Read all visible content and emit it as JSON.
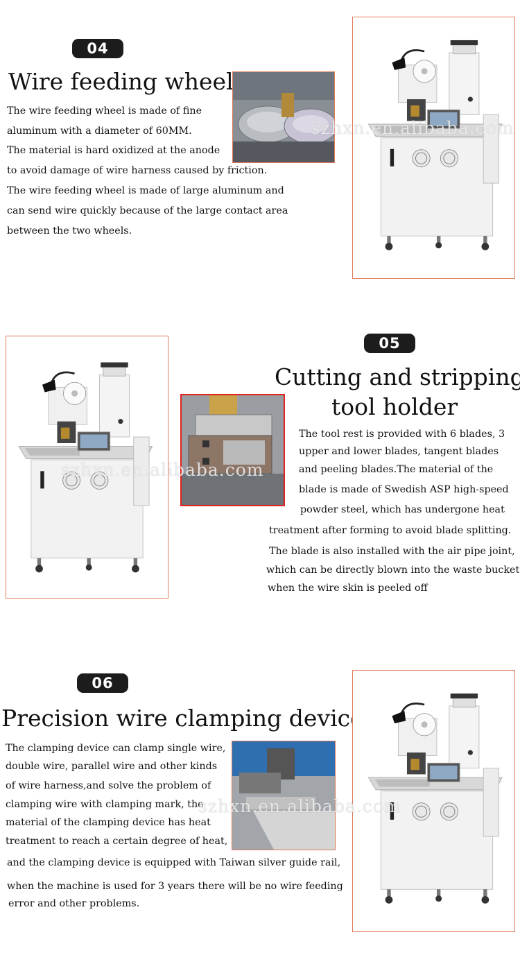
{
  "watermark": "szhxn.en.alibaba.com",
  "sections": [
    {
      "number": "04",
      "title": "Wire feeding wheel",
      "lines": [
        "The wire feeding wheel is made of fine",
        "aluminum with a diameter of 60MM.",
        "The material is hard oxidized at the anode",
        "to avoid damage of wire harness caused by friction.",
        "The wire feeding wheel is made of large  aluminum and",
        "can send wire quickly because of the large contact area",
        "between the two wheels."
      ]
    },
    {
      "number": "05",
      "title_line1": "Cutting and stripping",
      "title_line2": "tool holder",
      "lines": [
        "The tool rest is provided with 6 blades, 3",
        "upper and lower blades, tangent blades",
        "and peeling blades.The material of the",
        "blade is made of Swedish ASP high-speed",
        "powder steel, which has undergone heat",
        "treatment after forming to avoid blade splitting.",
        "The blade is also installed with the air pipe joint,",
        "which can be directly blown into the waste bucket",
        "when the wire skin is peeled off"
      ]
    },
    {
      "number": "06",
      "title": "Precision wire clamping device",
      "lines": [
        "The clamping device can clamp single wire,",
        "double wire,  parallel wire and other kinds",
        "of wire harness,and solve the problem of",
        "clamping wire with clamping mark, the",
        "material of the clamping device has heat",
        "treatment to reach a certain degree of heat,",
        "and the clamping device is equipped with Taiwan silver guide rail,",
        "when the machine is used for 3 years there will be no wire feeding",
        "error and other problems."
      ]
    }
  ],
  "colors": {
    "badge": "#1c1c1c",
    "frame": "#e07a5a",
    "closeup_border": "#e0231d"
  }
}
